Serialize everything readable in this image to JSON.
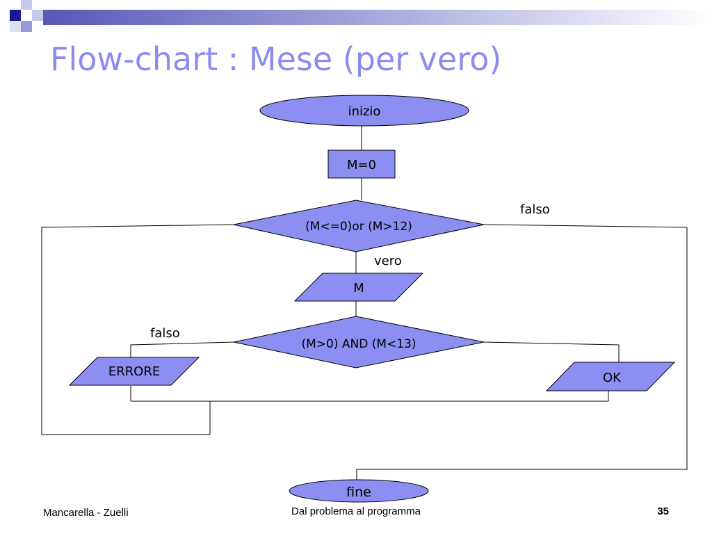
{
  "slide": {
    "title": "Flow-chart : Mese (per vero)",
    "footer_left": "Mancarella - Zuelli",
    "footer_center": "Dal problema al programma",
    "page_number": "35"
  },
  "flowchart": {
    "start": "inizio",
    "init": "M=0",
    "cond1": "(M<=0)or (M>12)",
    "label_false_1": "falso",
    "label_true_1": "vero",
    "input": "M",
    "cond2": "(M>0) AND (M<13)",
    "label_false_2": "falso",
    "error": "ERRORE",
    "ok": "OK",
    "end": "fine"
  },
  "colors": {
    "shape_fill": "#8c8ef2",
    "title": "#8b8cf0",
    "line": "#000000"
  }
}
